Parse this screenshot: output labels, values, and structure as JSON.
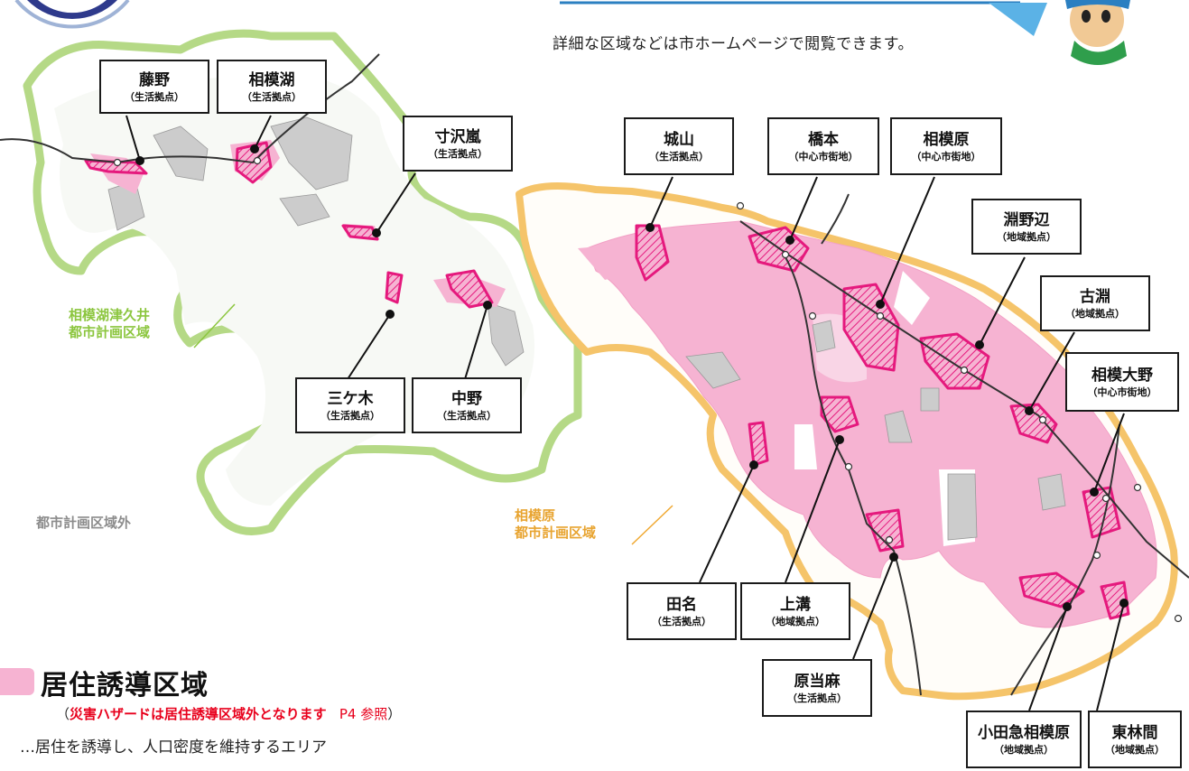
{
  "header": {
    "note": "詳細な区域などは市ホームページで閲覧できます。"
  },
  "locations": [
    {
      "name": "藤野",
      "type": "（生活拠点）"
    },
    {
      "name": "相模湖",
      "type": "（生活拠点）"
    },
    {
      "name": "寸沢嵐",
      "type": "（生活拠点）"
    },
    {
      "name": "城山",
      "type": "（生活拠点）"
    },
    {
      "name": "橋本",
      "type": "（中心市街地）"
    },
    {
      "name": "相模原",
      "type": "（中心市街地）"
    },
    {
      "name": "淵野辺",
      "type": "（地域拠点）"
    },
    {
      "name": "古淵",
      "type": "（地域拠点）"
    },
    {
      "name": "相模大野",
      "type": "（中心市街地）"
    },
    {
      "name": "三ケ木",
      "type": "（生活拠点）"
    },
    {
      "name": "中野",
      "type": "（生活拠点）"
    },
    {
      "name": "田名",
      "type": "（生活拠点）"
    },
    {
      "name": "上溝",
      "type": "（地域拠点）"
    },
    {
      "name": "原当麻",
      "type": "（生活拠点）"
    },
    {
      "name": "小田急相模原",
      "type": "（地域拠点）"
    },
    {
      "name": "東林間",
      "type": "（地域拠点）"
    }
  ],
  "areas": {
    "sagamiko_tsukui": "相模湖津久井\n都市計画区域",
    "sagamihara": "相模原\n都市計画区域",
    "outside": "都市計画区域外"
  },
  "legend": {
    "title": "居住誘導区域",
    "note_open": "（",
    "note_red": "災害ハザードは居住誘導区域外となります",
    "note_ref": "P4 参照",
    "note_close": "）",
    "description": "…居住を誘導し、人口密度を維持するエリア",
    "fill_color": "#f6b3d2",
    "hatch_color": "#e5197d"
  },
  "colors": {
    "green_boundary": "#b5d986",
    "orange_boundary": "#f5c46a",
    "pink_area": "#f6b3d2",
    "magenta": "#e5197d",
    "gray_area": "#cccccc",
    "rail": "#333333"
  }
}
